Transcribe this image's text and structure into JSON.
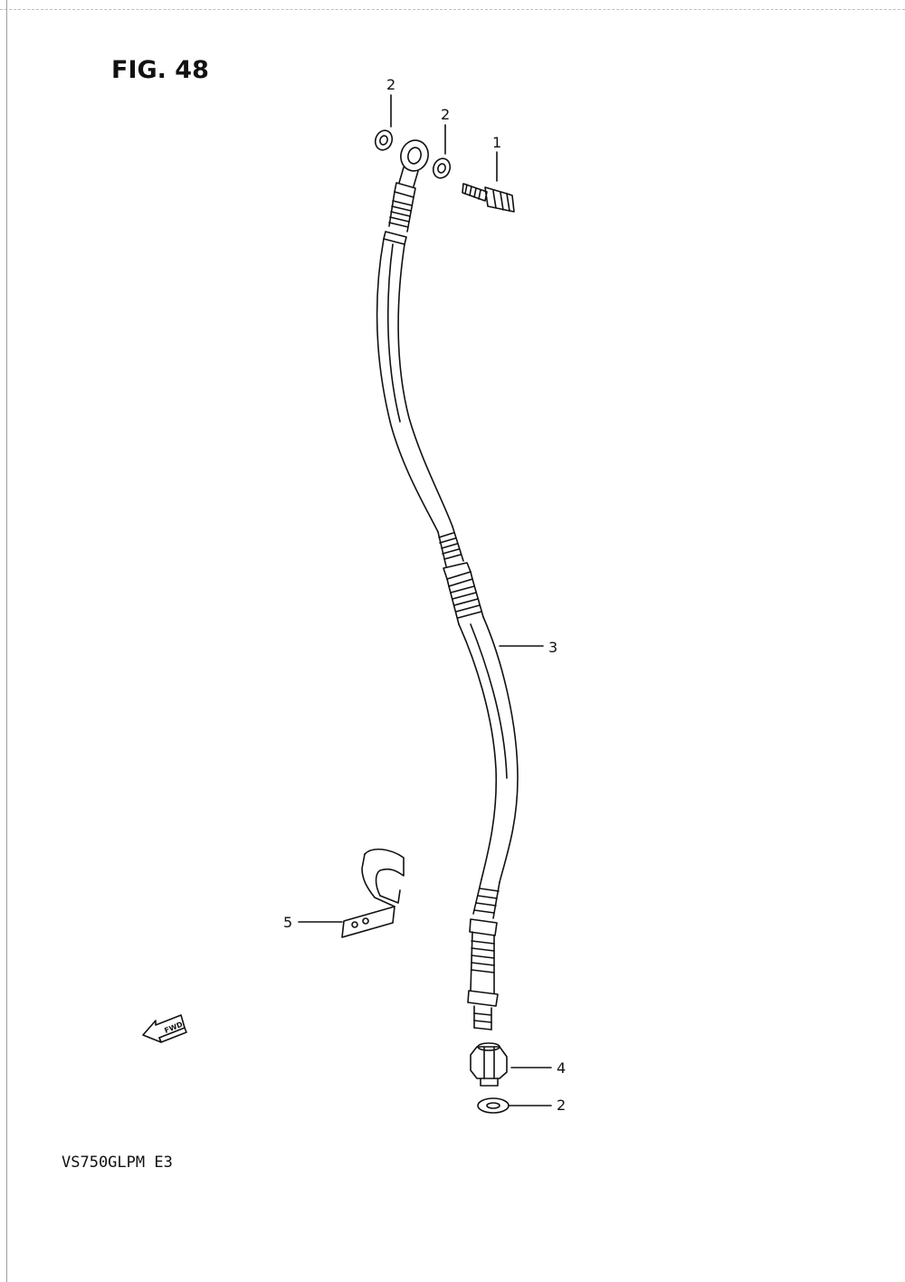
{
  "figure": {
    "title": "FIG. 48",
    "model_code": "VS750GLPM  E3"
  },
  "callouts": {
    "union_bolt": "1",
    "washer_top_left": "2",
    "washer_top_right": "2",
    "brake_hose": "3",
    "hose_nut": "4",
    "washer_bottom": "2",
    "hose_clamp": "5"
  },
  "fwd_marker": "FWD"
}
